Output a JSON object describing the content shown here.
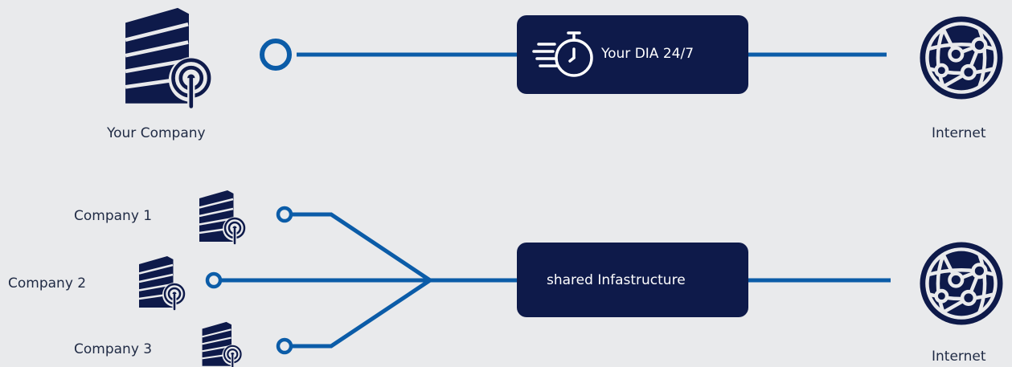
{
  "colors": {
    "navy": "#0e1a4a",
    "blue": "#0b5ca8",
    "background": "#e9eaec",
    "text": "#1f2a44"
  },
  "top": {
    "company_label": "Your Company",
    "dia_label": "Your DIA 24/7",
    "internet_label": "Internet",
    "icons": [
      "building-antenna-icon",
      "stopwatch-icon",
      "globe-network-icon"
    ]
  },
  "bottom": {
    "companies": [
      "Company 1",
      "Company 2",
      "Company 3"
    ],
    "shared_label": "shared Infastructure",
    "internet_label": "Internet",
    "icons": [
      "building-antenna-icon",
      "globe-network-icon"
    ]
  }
}
